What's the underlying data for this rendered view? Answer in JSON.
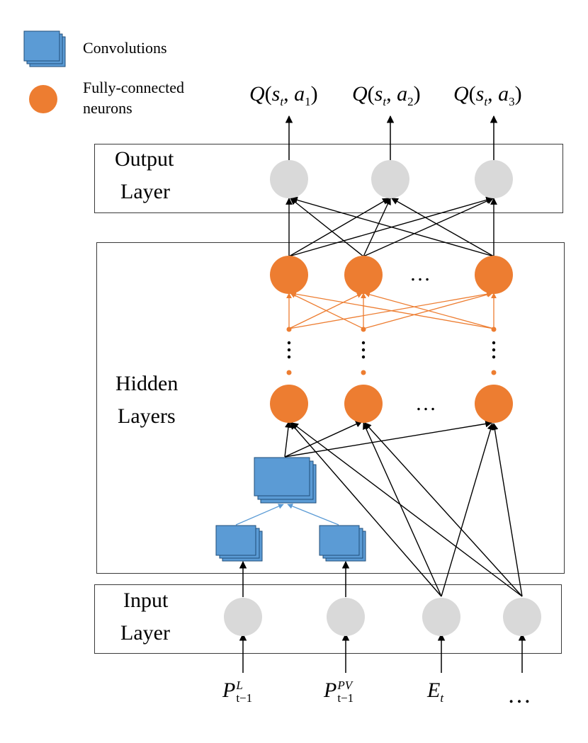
{
  "legend": {
    "convolutions_label": "Convolutions",
    "fc_label_line1": "Fully-connected",
    "fc_label_line2": "neurons"
  },
  "layers": {
    "output_line1": "Output",
    "output_line2": "Layer",
    "hidden_line1": "Hidden",
    "hidden_line2": "Layers",
    "input_line1": "Input",
    "input_line2": "Layer"
  },
  "outputs": [
    {
      "Q": "Q",
      "s": "s",
      "s_sub": "t",
      "a": "a",
      "a_sub": "1"
    },
    {
      "Q": "Q",
      "s": "s",
      "s_sub": "t",
      "a": "a",
      "a_sub": "2"
    },
    {
      "Q": "Q",
      "s": "s",
      "s_sub": "t",
      "a": "a",
      "a_sub": "3"
    }
  ],
  "inputs": [
    {
      "base": "P",
      "sup": "L",
      "sub": "t−1"
    },
    {
      "base": "P",
      "sup": "PV",
      "sub": "t−1"
    },
    {
      "base": "E",
      "sup": "",
      "sub": "t"
    },
    {
      "base": "…",
      "sup": "",
      "sub": ""
    }
  ],
  "ellipsis_h": "…",
  "ellipsis_v": "⋮",
  "colors": {
    "neuron_orange": "#ED7D31",
    "neuron_gray": "#D9D9D9",
    "conv_blue": "#5B9BD5",
    "conv_border": "#1F4E79",
    "orange_edges": "#ED7D31",
    "blue_edges": "#5B9BD5",
    "black_edges": "#000000"
  }
}
